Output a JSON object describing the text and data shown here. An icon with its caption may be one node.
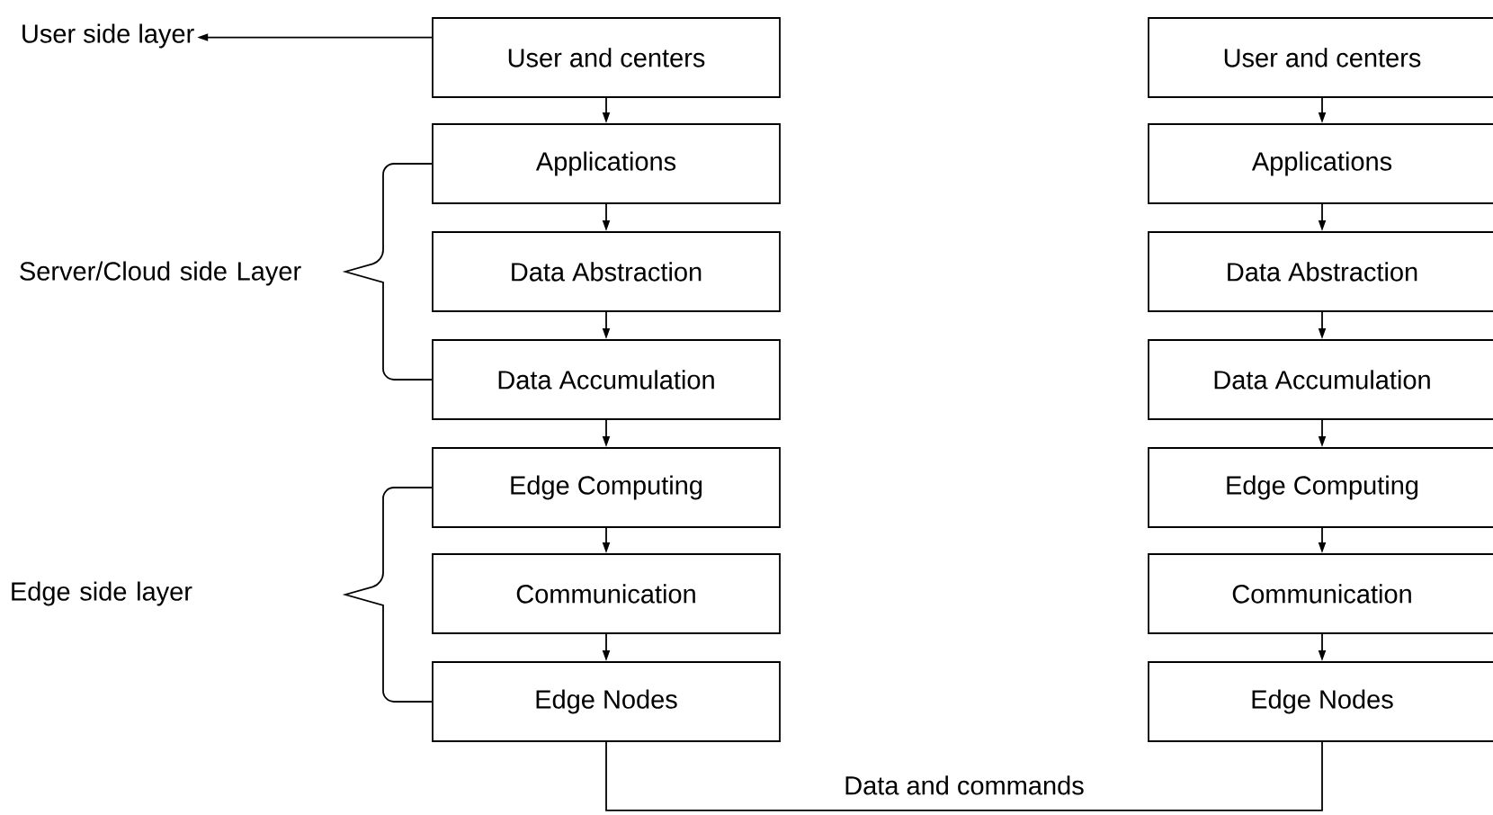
{
  "diagram": {
    "nodes": [
      {
        "text": [
          "User side layer"
        ]
      },
      {
        "text": [
          "User and centers"
        ]
      },
      {
        "text": [
          "Applications"
        ]
      },
      {
        "text": [
          "Data Abstraction"
        ]
      },
      {
        "text": [
          "Data Accumulation"
        ]
      },
      {
        "text": [
          "Edge Computing"
        ]
      },
      {
        "text": [
          "Communication"
        ]
      },
      {
        "text": [
          "Edge Nodes"
        ]
      },
      {
        "text": [
          "User and centers"
        ]
      },
      {
        "text": [
          "Applications"
        ]
      },
      {
        "text": [
          "Data Abstraction"
        ]
      },
      {
        "text": [
          "Data Accumulation"
        ]
      },
      {
        "text": [
          "Edge Computing"
        ]
      },
      {
        "text": [
          "Communication"
        ]
      },
      {
        "text": [
          "Edge Nodes"
        ]
      }
    ],
    "edges": [
      {
        "from": 1,
        "to": 0,
        "arrow": "to"
      },
      {
        "from": 1,
        "to": 2,
        "arrow": "to"
      },
      {
        "from": 2,
        "to": 3,
        "arrow": "to"
      },
      {
        "from": 3,
        "to": 4,
        "arrow": "to"
      },
      {
        "from": 4,
        "to": 5,
        "arrow": "to"
      },
      {
        "from": 5,
        "to": 6,
        "arrow": "to"
      },
      {
        "from": 6,
        "to": 7,
        "arrow": "to"
      },
      {
        "from": 8,
        "to": 9,
        "arrow": "to"
      },
      {
        "from": 9,
        "to": 10,
        "arrow": "to"
      },
      {
        "from": 10,
        "to": 11,
        "arrow": "to"
      },
      {
        "from": 11,
        "to": 12,
        "arrow": "to"
      },
      {
        "from": 12,
        "to": 13,
        "arrow": "to"
      },
      {
        "from": 13,
        "to": 14,
        "arrow": "to"
      },
      {
        "from": 7,
        "to": 14,
        "arrow": "none",
        "label": "Data and commands"
      }
    ],
    "labels": [
      "Server/Cloud side Layer",
      "Edge side layer"
    ]
  }
}
